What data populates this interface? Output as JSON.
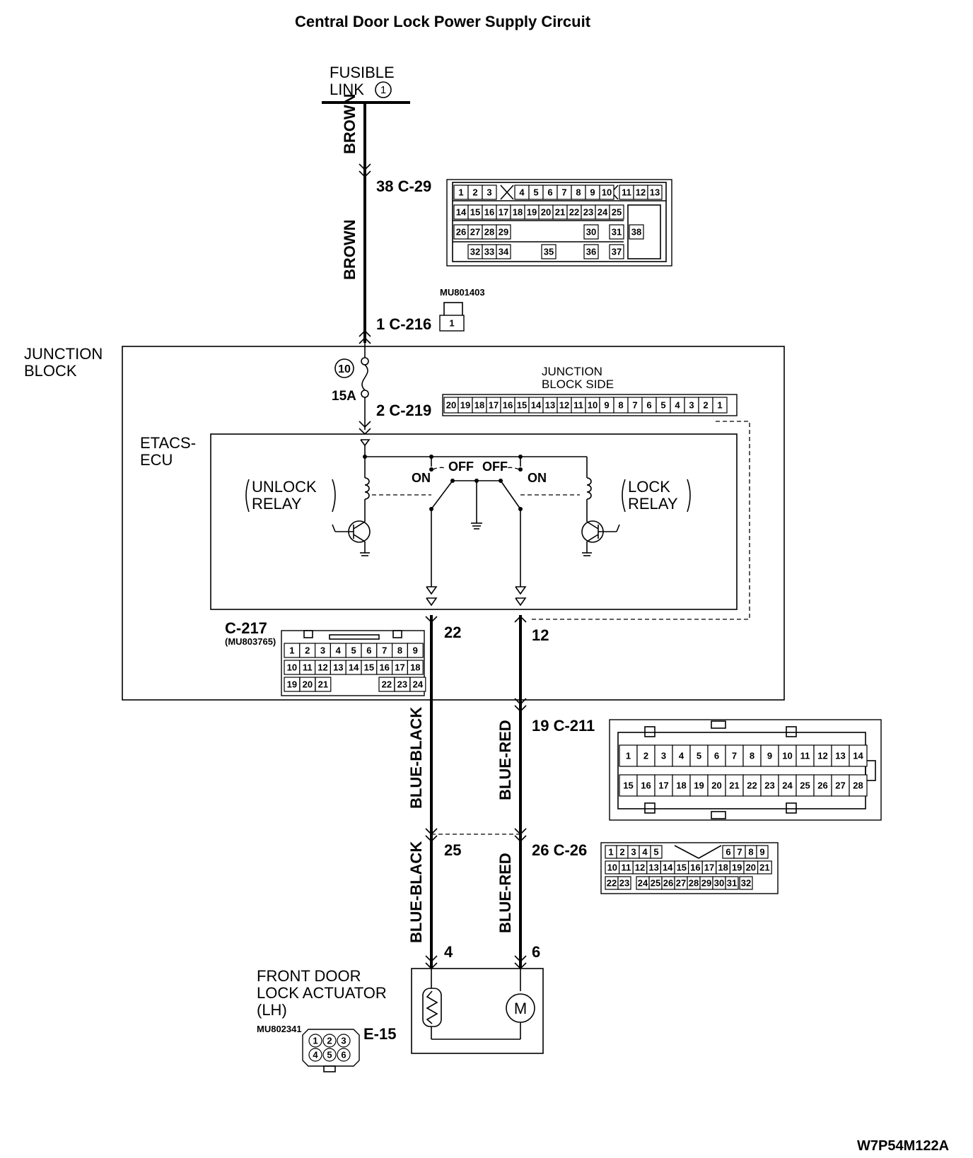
{
  "title": "Central Door Lock Power Supply Circuit",
  "fusible_link": {
    "label_line1": "FUSIBLE",
    "label_line2": "LINK",
    "number": "1"
  },
  "wires": {
    "brown_top": "BROWN",
    "brown_mid": "BROWN",
    "blue_black_upper": "BLUE-BLACK",
    "blue_red_upper": "BLUE-RED",
    "blue_black_lower": "BLUE-BLACK",
    "blue_red_lower": "BLUE-RED"
  },
  "connectors": {
    "c29": {
      "label": "38 C-29"
    },
    "c216": {
      "label": "1 C-216",
      "part": "MU801403",
      "pin": "1"
    },
    "c219": {
      "label": "2 C-219",
      "side_line1": "JUNCTION",
      "side_line2": "BLOCK SIDE"
    },
    "c217": {
      "label": "C-217",
      "part": "(MU803765)",
      "pin_left": "22",
      "pin_right": "12"
    },
    "c211": {
      "label": "19 C-211"
    },
    "c26": {
      "label": "26 C-26",
      "pin_left": "25"
    },
    "e15": {
      "label": "E-15",
      "part": "MU802341",
      "pin_left": "4",
      "pin_right": "6"
    }
  },
  "junction_block": {
    "line1": "JUNCTION",
    "line2": "BLOCK",
    "fuse_number": "10",
    "fuse_rating": "15A"
  },
  "etacs": {
    "line1": "ETACS-",
    "line2": "ECU",
    "unlock_relay_line1": "UNLOCK",
    "unlock_relay_line2": "RELAY",
    "lock_relay_line1": "LOCK",
    "lock_relay_line2": "RELAY",
    "on_left": "ON",
    "off_left": "OFF",
    "off_right": "OFF",
    "on_right": "ON"
  },
  "actuator": {
    "line1": "FRONT DOOR",
    "line2": "LOCK ACTUATOR",
    "line3": "(LH)",
    "motor": "M"
  },
  "pinouts": {
    "c29_row1a": [
      "1",
      "2",
      "3"
    ],
    "c29_row1b": [
      "4",
      "5",
      "6",
      "7",
      "8",
      "9",
      "10"
    ],
    "c29_row1c": [
      "11",
      "12",
      "13"
    ],
    "c29_row2": [
      "14",
      "15",
      "16",
      "17",
      "18",
      "19",
      "20",
      "21",
      "22",
      "23",
      "24",
      "25"
    ],
    "c29_row3": [
      "26",
      "27",
      "28",
      "29",
      "30",
      "31",
      "38"
    ],
    "c29_row4": [
      "32",
      "33",
      "34",
      "35",
      "36",
      "37"
    ],
    "c219": [
      "20",
      "19",
      "18",
      "17",
      "16",
      "15",
      "14",
      "13",
      "12",
      "11",
      "10",
      "9",
      "8",
      "7",
      "6",
      "5",
      "4",
      "3",
      "2",
      "1"
    ],
    "c217_row1": [
      "1",
      "2",
      "3",
      "4",
      "5",
      "6",
      "7",
      "8",
      "9"
    ],
    "c217_row2": [
      "10",
      "11",
      "12",
      "13",
      "14",
      "15",
      "16",
      "17",
      "18"
    ],
    "c217_row3": [
      "19",
      "20",
      "21",
      "22",
      "23",
      "24"
    ],
    "c211_row1": [
      "1",
      "2",
      "3",
      "4",
      "5",
      "6",
      "7",
      "8",
      "9",
      "10",
      "11",
      "12",
      "13",
      "14"
    ],
    "c211_row2": [
      "15",
      "16",
      "17",
      "18",
      "19",
      "20",
      "21",
      "22",
      "23",
      "24",
      "25",
      "26",
      "27",
      "28"
    ],
    "c26_row1": [
      "1",
      "2",
      "3",
      "4",
      "5",
      "6",
      "7",
      "8",
      "9"
    ],
    "c26_row2": [
      "10",
      "11",
      "12",
      "13",
      "14",
      "15",
      "16",
      "17",
      "18",
      "19",
      "20",
      "21"
    ],
    "c26_row3": [
      "22",
      "23",
      "24",
      "25",
      "26",
      "27",
      "28",
      "29",
      "30",
      "31",
      "32"
    ],
    "e15": [
      "1",
      "2",
      "3",
      "4",
      "5",
      "6"
    ]
  },
  "figure_code": "W7P54M122A"
}
